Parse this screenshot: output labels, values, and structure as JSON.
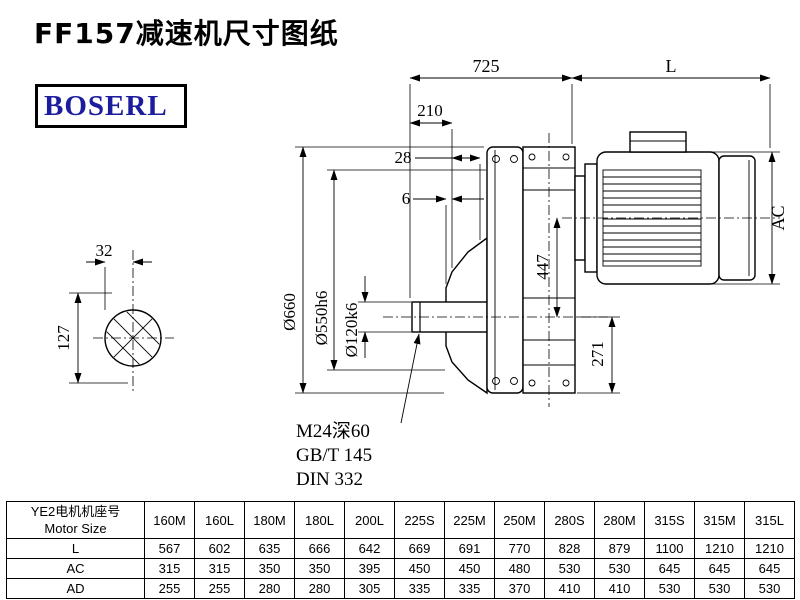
{
  "title": "FF157减速机尺寸图纸",
  "logo": "BOSERL",
  "drawing": {
    "dims": {
      "d725": "725",
      "dL": "L",
      "d210": "210",
      "d28": "28",
      "d6": "6",
      "dAC": "AC",
      "d447": "447",
      "d271": "271",
      "d32": "32",
      "d127": "127",
      "dia660": "Ø660",
      "dia550": "Ø550h6",
      "dia120": "Ø120k6"
    },
    "notes": [
      "M24深60",
      "GB/T 145",
      "DIN 332"
    ]
  },
  "table": {
    "header_label_line1": "YE2电机机座号",
    "header_label_line2": "Motor Size",
    "columns": [
      "160M",
      "160L",
      "180M",
      "180L",
      "200L",
      "225S",
      "225M",
      "250M",
      "280S",
      "280M",
      "315S",
      "315M",
      "315L"
    ],
    "rows": [
      {
        "label": "L",
        "values": [
          "567",
          "602",
          "635",
          "666",
          "642",
          "669",
          "691",
          "770",
          "828",
          "879",
          "1100",
          "1210",
          "1210"
        ]
      },
      {
        "label": "AC",
        "values": [
          "315",
          "315",
          "350",
          "350",
          "395",
          "450",
          "450",
          "480",
          "530",
          "530",
          "645",
          "645",
          "645"
        ]
      },
      {
        "label": "AD",
        "values": [
          "255",
          "255",
          "280",
          "280",
          "305",
          "335",
          "335",
          "370",
          "410",
          "410",
          "530",
          "530",
          "530"
        ]
      }
    ]
  }
}
